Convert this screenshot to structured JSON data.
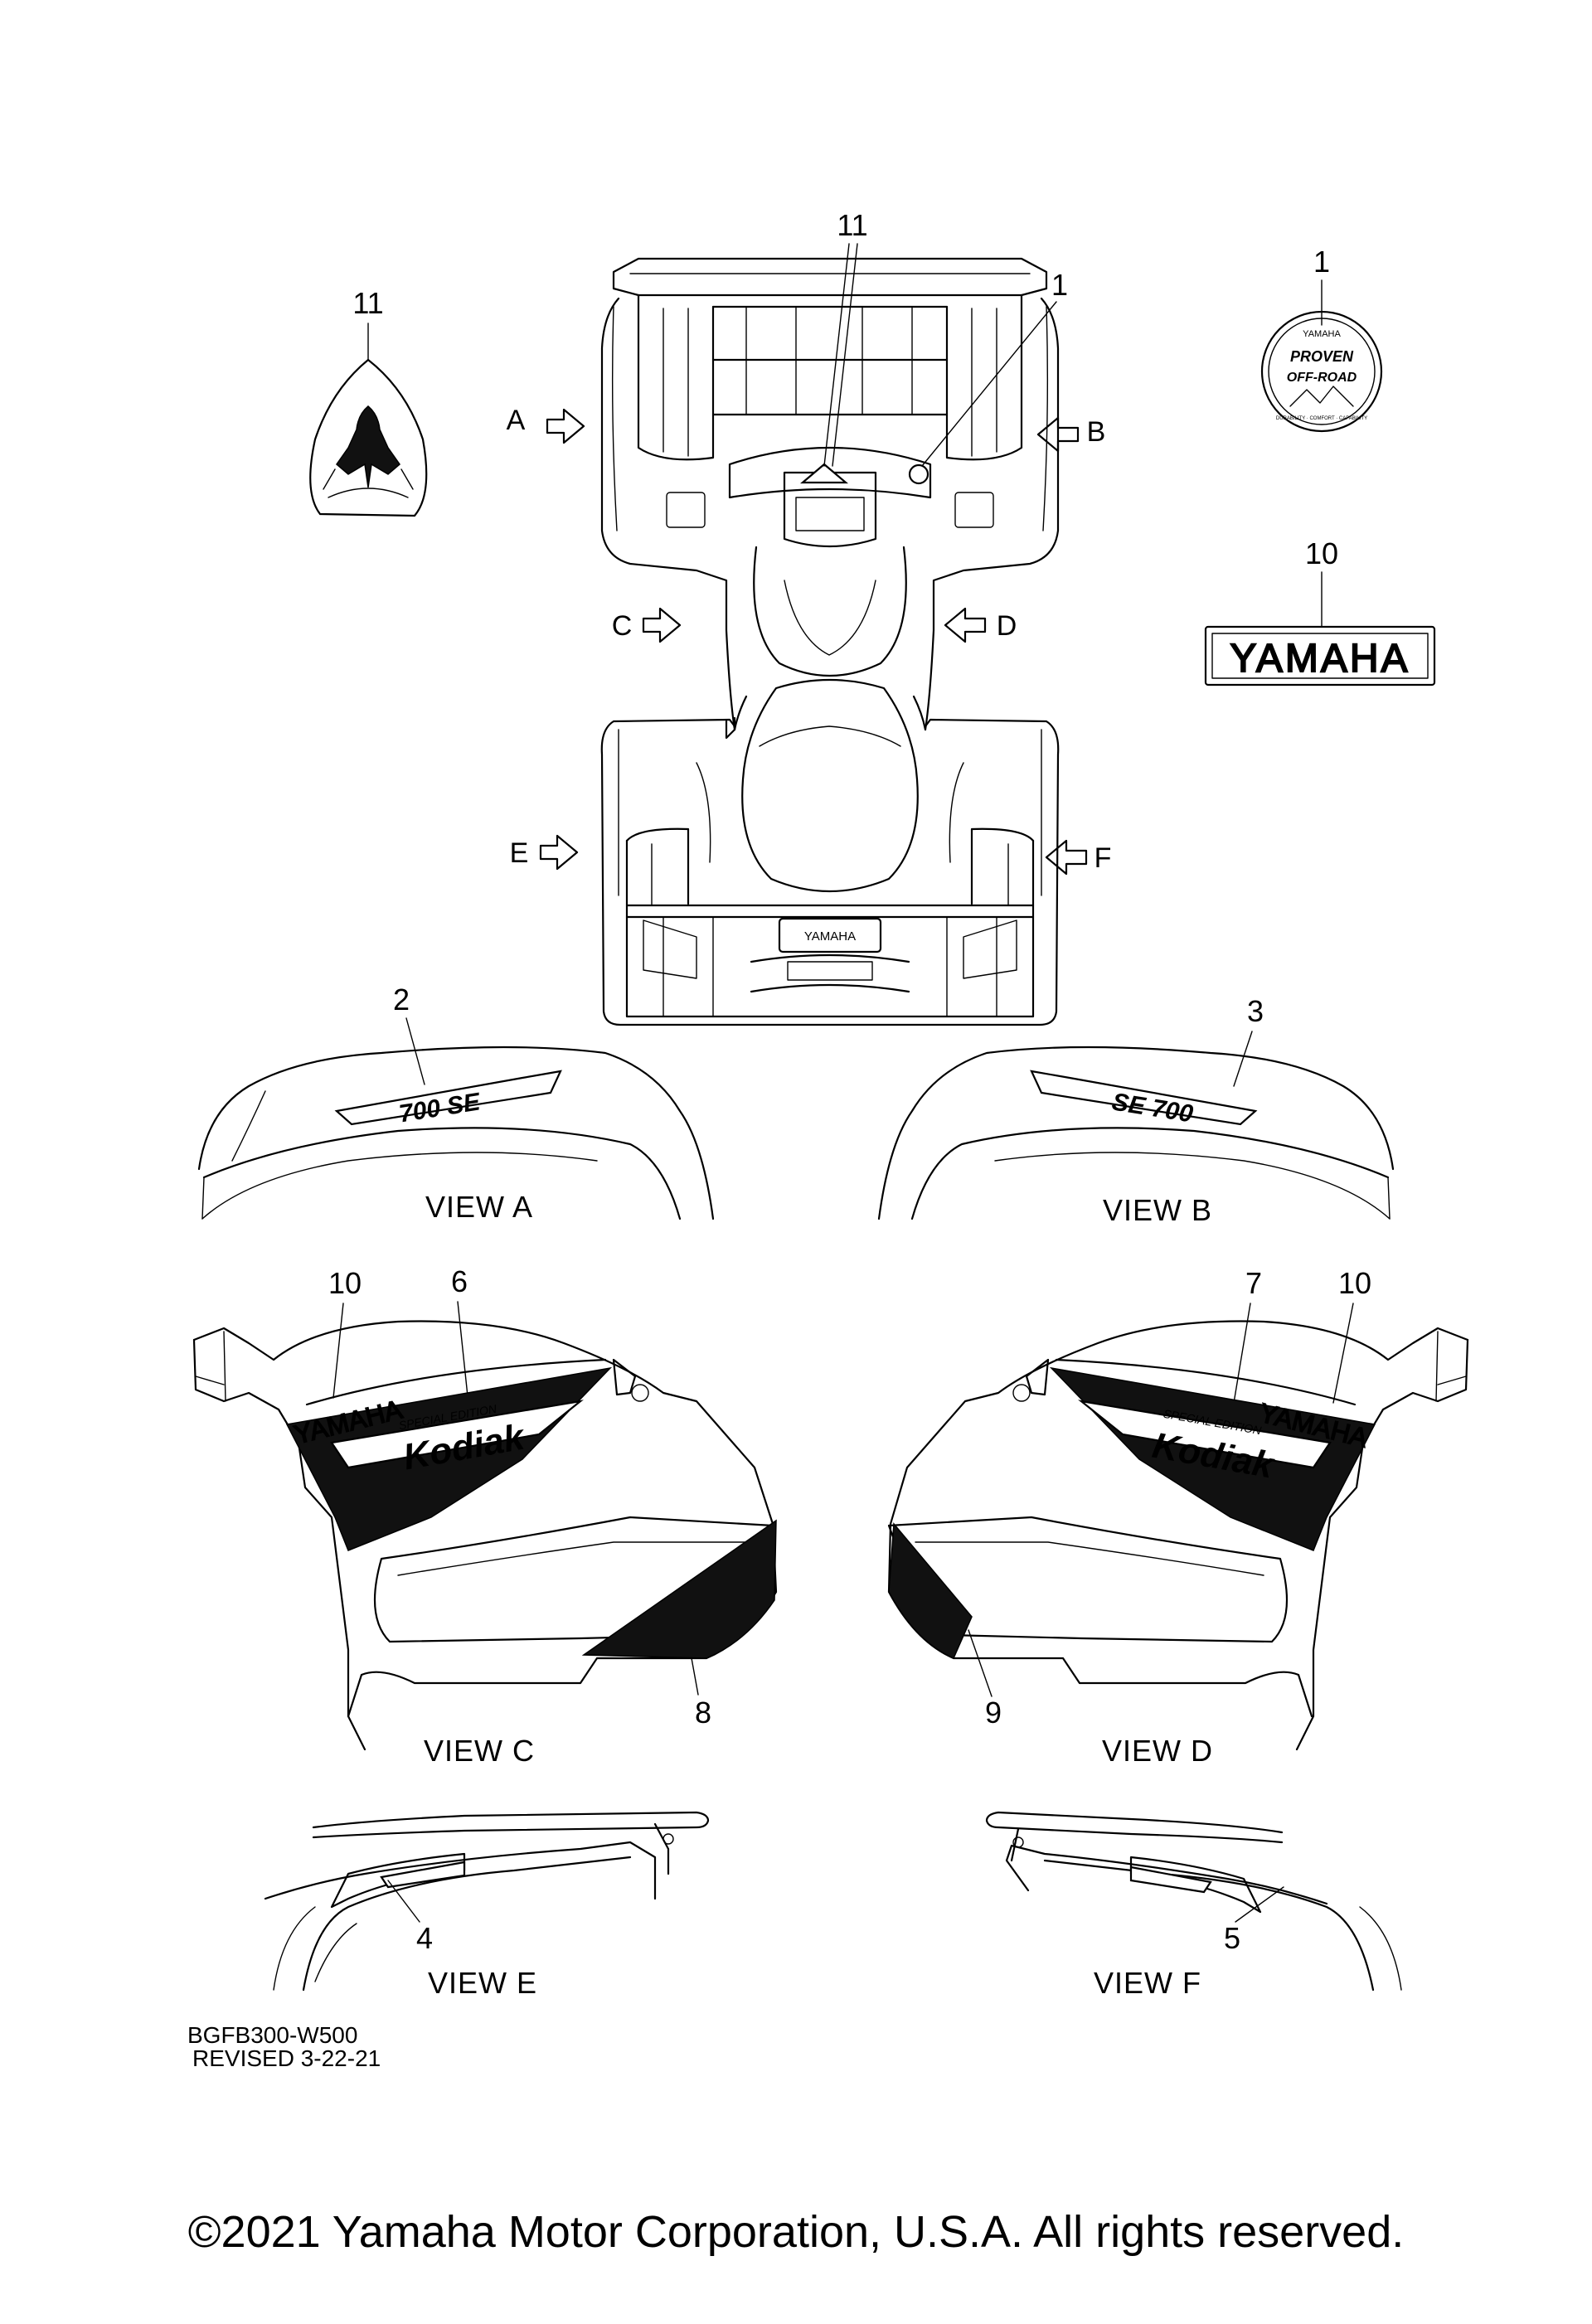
{
  "callouts": {
    "c11_top": "11",
    "c1_top": "1",
    "c11_left": "11",
    "c1_right": "1",
    "c10_right": "10",
    "c2": "2",
    "c3": "3",
    "c10_c": "10",
    "c6": "6",
    "c7": "7",
    "c10_d": "10",
    "c8": "8",
    "c9": "9",
    "c4": "4",
    "c5": "5"
  },
  "view_arrows": {
    "a": "A",
    "b": "B",
    "c": "C",
    "d": "D",
    "e": "E",
    "f": "F"
  },
  "view_labels": {
    "a": "VIEW A",
    "b": "VIEW B",
    "c": "VIEW C",
    "d": "VIEW D",
    "e": "VIEW E",
    "f": "VIEW F"
  },
  "decals": {
    "badge_top": "YAMAHA",
    "badge_line1": "PROVEN",
    "badge_line2": "OFF-ROAD",
    "badge_bottom": "DURABILITY · COMFORT · CAPABILITY",
    "yamaha_emblem": "YAMAHA",
    "yamaha_view_c": "YAMAHA",
    "yamaha_view_d": "YAMAHA",
    "kodiak_view_c": "Kodiak",
    "kodiak_view_d": "Kodiak",
    "special_view_c": "SPECIAL EDITION",
    "special_view_d": "SPECIAL EDITION",
    "rack_plate": "YAMAHA",
    "model_view_a": "700 SE",
    "model_view_b": "SE 700"
  },
  "reference": {
    "code": "BGFB300-W500",
    "revised": "REVISED 3-22-21"
  },
  "copyright": "©2021 Yamaha Motor Corporation, U.S.A. All rights reserved."
}
